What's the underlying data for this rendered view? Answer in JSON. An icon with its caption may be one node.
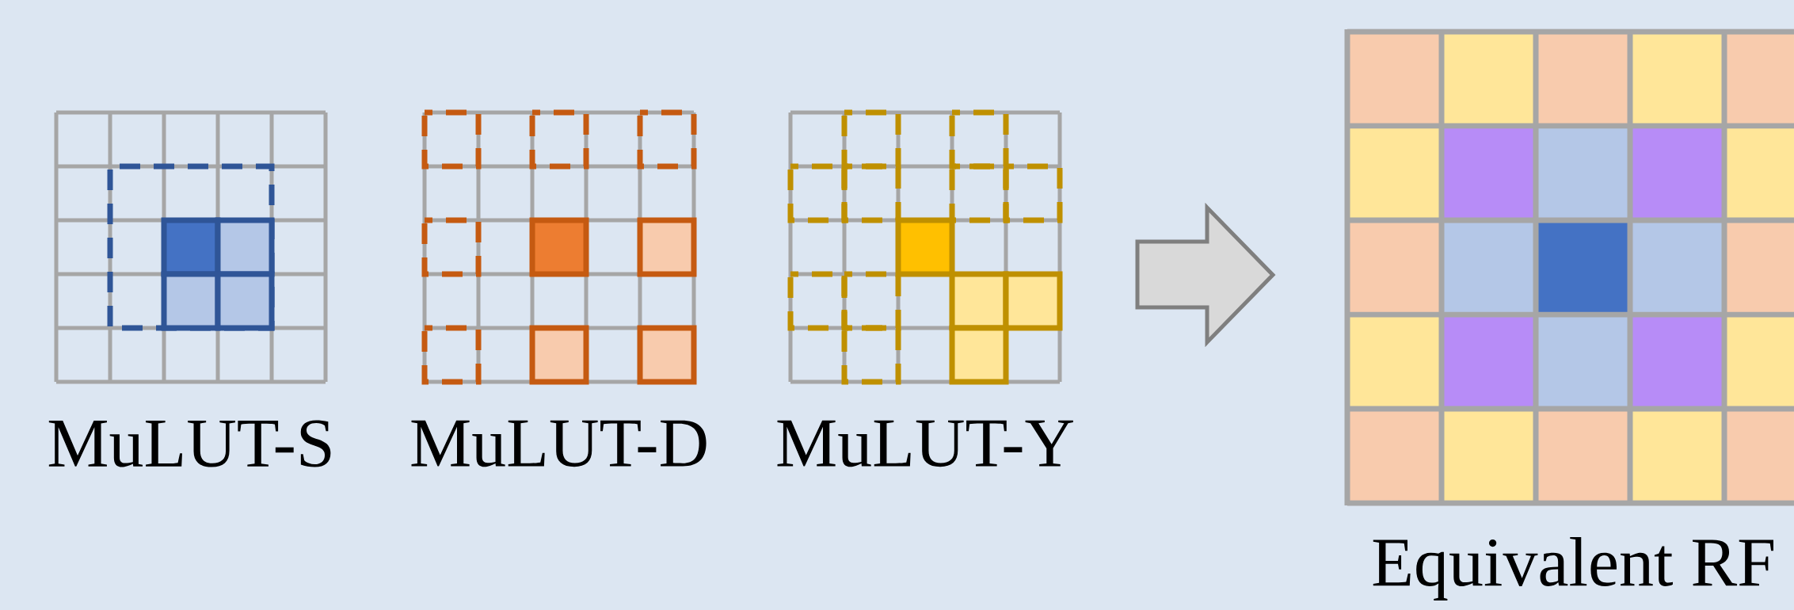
{
  "diagram": {
    "labels": [
      "MuLUT-S",
      "MuLUT-D",
      "MuLUT-Y",
      "Equivalent RF"
    ]
  }
}
